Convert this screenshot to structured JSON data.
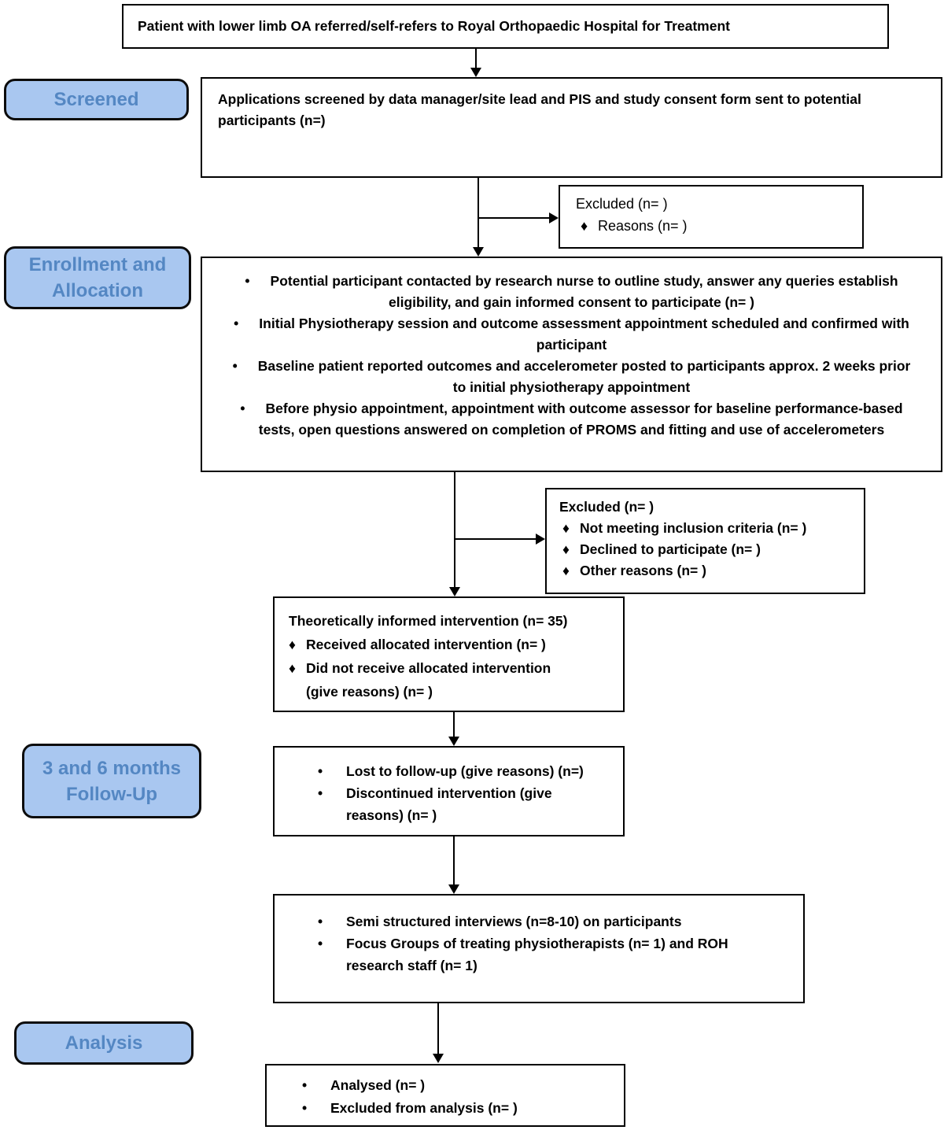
{
  "title": "Study flow diagram",
  "colors": {
    "stage_label_bg": "#a9c7f0",
    "stage_label_text": "#5487c3",
    "box_border": "#000000",
    "box_bg": "#ffffff",
    "arrow": "#000000"
  },
  "bullets": {
    "dot": "•",
    "diamond": "♦"
  },
  "stage_labels": {
    "screened": "Screened",
    "enrollment": "Enrollment and Allocation",
    "followup": "3 and 6 months Follow-Up",
    "analysis": "Analysis"
  },
  "boxes": {
    "referral": {
      "text": "Patient with lower limb OA referred/self-refers to Royal Orthopaedic Hospital for Treatment"
    },
    "screened": {
      "text": "Applications screened by data manager/site lead and PIS and study consent form sent to potential participants (n=)"
    },
    "excluded1": {
      "title": "Excluded (n= )",
      "items": [
        "Reasons (n=  )"
      ]
    },
    "enrollment": {
      "items": [
        "Potential participant contacted by research nurse to outline study, answer any queries establish eligibility, and gain informed consent to participate (n= )",
        "Initial Physiotherapy session and outcome assessment appointment scheduled and confirmed with participant",
        "Baseline patient reported outcomes and accelerometer posted to participants approx. 2 weeks prior to initial physiotherapy appointment",
        "Before physio appointment, appointment with outcome assessor for baseline performance-based tests, open questions answered on completion of PROMS and fitting and use of accelerometers"
      ]
    },
    "excluded2": {
      "title": "Excluded (n=   )",
      "items": [
        "Not meeting inclusion criteria (n= )",
        "Declined to participate (n=  )",
        "Other reasons (n=  )"
      ]
    },
    "intervention": {
      "title": "Theoretically informed intervention (n= 35)",
      "items": [
        "Received allocated intervention (n=  )",
        "Did not receive allocated intervention (give reasons) (n=  )"
      ]
    },
    "followup": {
      "items": [
        "Lost to follow-up (give reasons) (n=)",
        "Discontinued intervention (give reasons) (n= )"
      ]
    },
    "interviews": {
      "items": [
        "Semi structured interviews (n=8-10) on participants",
        "Focus Groups of treating physiotherapists (n= 1) and ROH research staff (n= 1)"
      ]
    },
    "analysis": {
      "items": [
        "Analysed (n=  )",
        "Excluded from analysis (n= )"
      ]
    }
  }
}
